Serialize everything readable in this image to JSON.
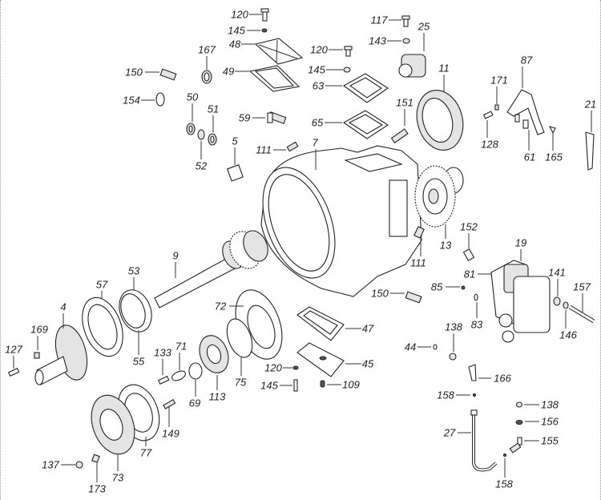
{
  "diagram": {
    "type": "exploded-parts-diagram",
    "colors": {
      "line": "#222222",
      "background": "#ffffff"
    },
    "callouts": [
      "120",
      "145",
      "48",
      "167",
      "150",
      "154",
      "50",
      "51",
      "52",
      "49",
      "59",
      "5",
      "111",
      "117",
      "143",
      "25",
      "120",
      "145",
      "63",
      "65",
      "151",
      "11",
      "7",
      "87",
      "171",
      "128",
      "61",
      "165",
      "21",
      "13",
      "152",
      "19",
      "111",
      "81",
      "85",
      "83",
      "141",
      "157",
      "146",
      "150",
      "47",
      "45",
      "109",
      "44",
      "138",
      "166",
      "158",
      "138",
      "156",
      "155",
      "27",
      "158",
      "9",
      "53",
      "57",
      "4",
      "169",
      "127",
      "55",
      "72",
      "133",
      "71",
      "69",
      "113",
      "75",
      "120",
      "145",
      "149",
      "77",
      "73",
      "137",
      "173"
    ]
  }
}
